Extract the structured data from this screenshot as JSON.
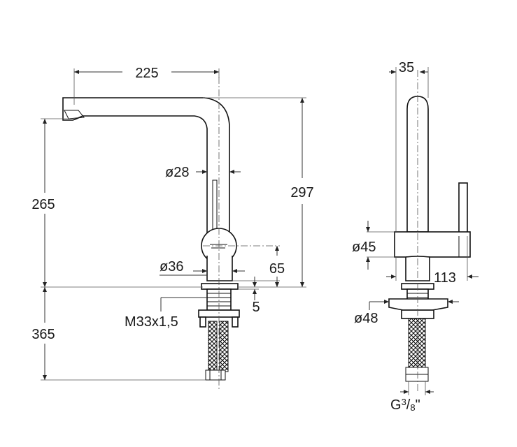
{
  "dimensions": {
    "spout_reach": "225",
    "spout_dia": "ø28",
    "height_spout": "265",
    "total_height": "297",
    "base_dia": "ø36",
    "lever_height": "65",
    "base_gap": "5",
    "thread": "M33x1,5",
    "hose_length": "365",
    "side_top": "35",
    "lever_dia": "ø45",
    "lever_len": "113",
    "flange_dia": "ø48",
    "conn_g": "G",
    "conn_num": "3",
    "conn_slash": "/",
    "conn_den": "8",
    "conn_quote": "\""
  }
}
